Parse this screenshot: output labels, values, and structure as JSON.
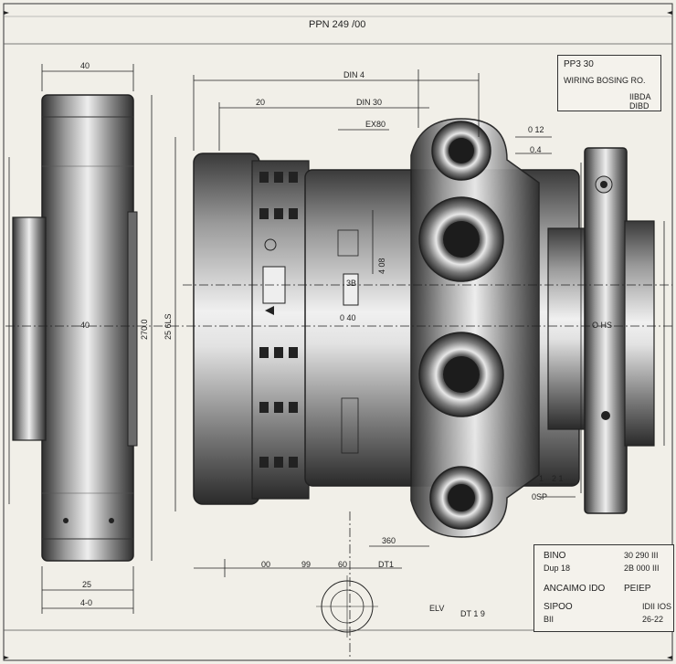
{
  "title": "PPN 249 /00",
  "dims": {
    "top_left": "40",
    "bottom_left_a": "25",
    "bottom_left_b": "4-0",
    "left_mid": "40",
    "left_vert_a": "270.0",
    "left_vert_b": "25 6LS",
    "din4": "DIN 4",
    "d20": "20",
    "din30": "DIN 30",
    "ex80": "EX80",
    "v12": "0 12",
    "v4": "0.4",
    "v0_40": "0 40",
    "v360": "360",
    "b00": "00",
    "b99": "99",
    "b60": "60",
    "dt1": "DT1",
    "ohs": "O HS",
    "v1": "1",
    "v2": "2 1",
    "d0sp": "0SP",
    "v4_08": "4 08",
    "elv": "ELV",
    "dt19": "DT 1 9",
    "marker_3b": "3B"
  },
  "title_block_top": {
    "line1": "PP3 30",
    "line2": "WIRING BOSING RO.",
    "line3a": "IIBDA",
    "line3b": "DIBD"
  },
  "title_block_bottom": {
    "r1_left": "BINO",
    "r1_right": "30 290 III",
    "r2_left": "Dup 18",
    "r2_right": "2B 000 III",
    "r3_left": "ANCAIMO IDO",
    "r3_right": "PEIEP",
    "r4_left": "SIPOO",
    "r4_right": "IDII IOS",
    "r5_left": "BII",
    "r5_right": "26-22"
  },
  "colors": {
    "ink": "#1e1e1e",
    "paper": "#f1efe8",
    "metal_dark": "#3a3a3a",
    "metal_mid": "#8a8a8a",
    "metal_light": "#d8d8d8"
  }
}
